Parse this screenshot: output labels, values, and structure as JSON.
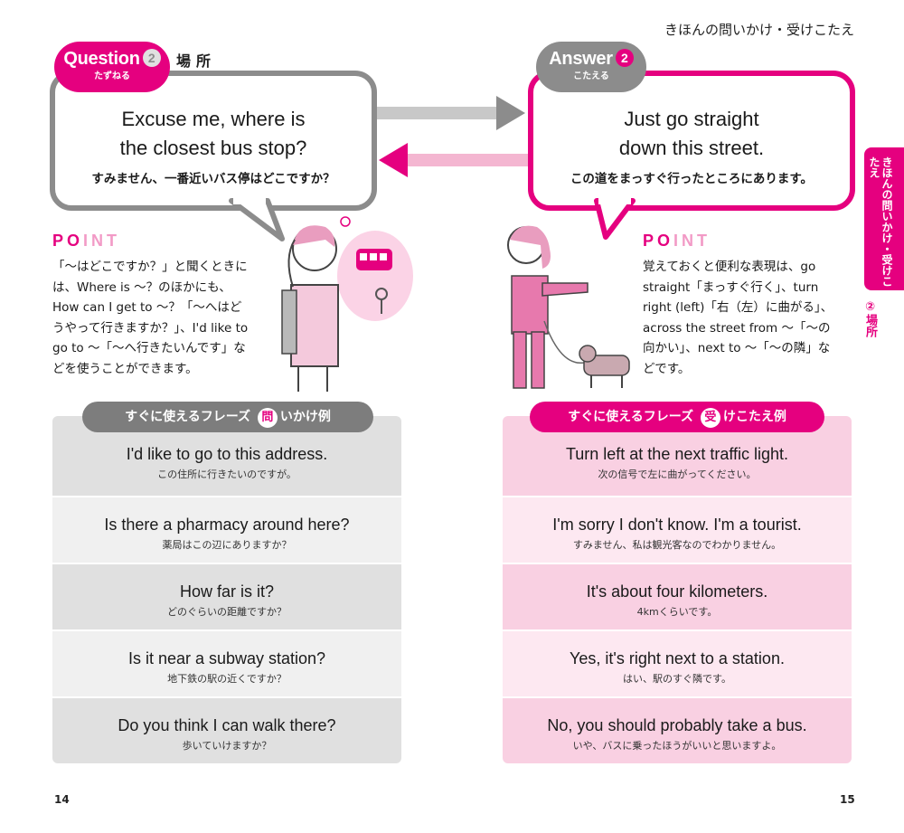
{
  "header": {
    "chapter_title": "きほんの問いかけ・受けこたえ"
  },
  "question": {
    "label": "Question",
    "number": "2",
    "sub": "たずねる",
    "place": "場所",
    "en_line1": "Excuse me, where is",
    "en_line2": "the closest bus stop?",
    "ja": "すみません、一番近いバス停はどこですか？"
  },
  "answer": {
    "label": "Answer",
    "number": "2",
    "sub": "こたえる",
    "en_line1": "Just go straight",
    "en_line2": "down this street.",
    "ja": "この道をまっすぐ行ったところにあります。"
  },
  "point_left": {
    "title_a": "PO",
    "title_b": "INT",
    "lines": [
      "「〜はどこですか？」と聞くときに",
      "は、Where is 〜？のほかにも、",
      "How can I get to 〜？「〜へはど",
      "うやって行きますか？」、I'd like to",
      "go to 〜「〜へ行きたいんです」な",
      "どを使うことができます。"
    ]
  },
  "point_right": {
    "title_a": "PO",
    "title_b": "INT",
    "lines": [
      "覚えておくと便利な表現は、go",
      "straight「まっすぐ行く」、turn",
      "right (left)「右（左）に曲がる」、",
      "across the street from 〜「〜の",
      "向かい」、next to 〜「〜の隣」な",
      "どです。"
    ]
  },
  "questions_panel": {
    "tag_prefix": "すぐに使えるフレーズ",
    "tag_kanji": "問",
    "tag_suffix": "いかけ例",
    "rows": [
      {
        "en": "I'd like to go to this address.",
        "ja": "この住所に行きたいのですが。"
      },
      {
        "en": "Is there a pharmacy around here?",
        "ja": "薬局はこの辺にありますか？"
      },
      {
        "en": "How far is it?",
        "ja": "どのぐらいの距離ですか？"
      },
      {
        "en": "Is it near a subway station?",
        "ja": "地下鉄の駅の近くですか？"
      },
      {
        "en": "Do you think I can walk there?",
        "ja": "歩いていけますか？"
      }
    ]
  },
  "answers_panel": {
    "tag_prefix": "すぐに使えるフレーズ",
    "tag_kanji": "受",
    "tag_suffix": "けこたえ例",
    "rows": [
      {
        "en": "Turn left at the next traffic light.",
        "ja": "次の信号で左に曲がってください。"
      },
      {
        "en": "I'm sorry I don't know. I'm a tourist.",
        "ja": "すみません、私は観光客なのでわかりません。"
      },
      {
        "en": "It's about four kilometers.",
        "ja": "4kmくらいです。"
      },
      {
        "en": "Yes, it's right next to a station.",
        "ja": "はい、駅のすぐ隣です。"
      },
      {
        "en": "No, you should probably take a bus.",
        "ja": "いや、バスに乗ったほうがいいと思いますよ。"
      }
    ]
  },
  "side_tab": {
    "text": "きほんの問いかけ・受けこたえ",
    "section": "②場所"
  },
  "page_left": "14",
  "page_right": "15",
  "colors": {
    "accent": "#e5007f",
    "gray": "#8c8c8c",
    "pink_light": "#f9d0e2"
  }
}
